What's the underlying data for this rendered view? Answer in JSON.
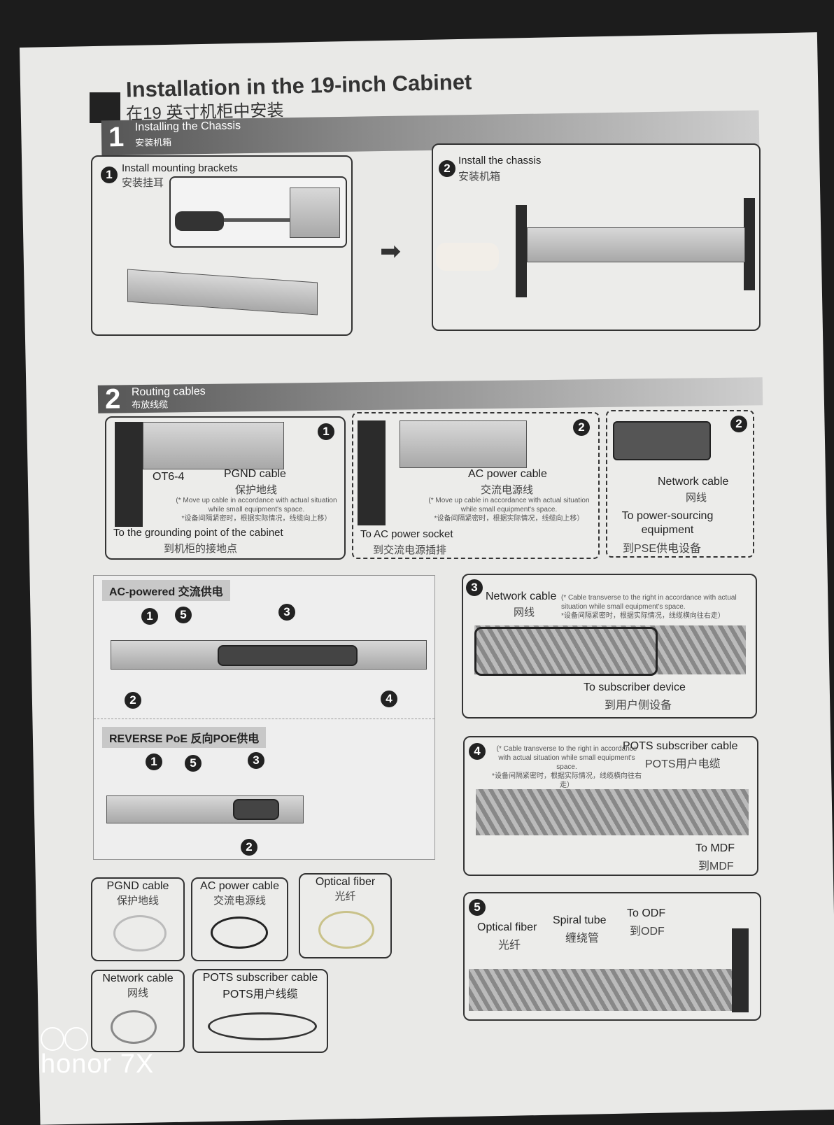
{
  "title": "Installation in the 19-inch Cabinet",
  "title_cn": "在19 英寸机柜中安装",
  "section1": {
    "number": "1",
    "title": "Installing the Chassis",
    "title_cn": "安装机箱",
    "step1": {
      "number": "1",
      "label": "Install mounting brackets",
      "label_cn": "安装挂耳"
    },
    "step2": {
      "number": "2",
      "label": "Install the chassis",
      "label_cn": "安装机箱"
    }
  },
  "section2": {
    "number": "2",
    "title": "Routing cables",
    "title_cn": "布放线缆",
    "r1": {
      "number": "1",
      "ot": "OT6-4",
      "cable": "PGND cable",
      "cable_cn": "保护地线",
      "note": "(* Move up cable in accordance with actual situation while small equipment's space.",
      "note_cn": "*设备间隔紧密时，根据实际情况，线缆向上移）",
      "dest": "To the grounding point of the cabinet",
      "dest_cn": "到机柜的接地点"
    },
    "r2": {
      "number": "2",
      "cable": "AC power cable",
      "cable_cn": "交流电源线",
      "note": "(* Move up cable in accordance with actual situation while small equipment's space.",
      "note_cn": "*设备间隔紧密时，根据实际情况，线缆向上移）",
      "dest": "To AC power socket",
      "dest_cn": "到交流电源插排"
    },
    "r3": {
      "number": "2",
      "cable": "Network cable",
      "cable_cn": "网线",
      "dest": "To power-sourcing equipment",
      "dest_cn": "到PSE供电设备"
    },
    "ac_panel": {
      "title": "AC-powered 交流供电",
      "markers": [
        "1",
        "5",
        "3",
        "2",
        "4"
      ]
    },
    "poe_panel": {
      "title": "REVERSE PoE 反向POE供电",
      "markers": [
        "1",
        "5",
        "3",
        "2"
      ]
    },
    "s3": {
      "number": "3",
      "cable": "Network cable",
      "cable_cn": "网线",
      "note": "(* Cable transverse to the right in accordance with actual situation while small equipment's space.",
      "note_cn": "*设备间隔紧密时，根据实际情况，线缆横向往右走）",
      "dest": "To subscriber device",
      "dest_cn": "到用户侧设备"
    },
    "s4": {
      "number": "4",
      "cable": "POTS subscriber cable",
      "cable_cn": "POTS用户电缆",
      "note": "(* Cable transverse to the right in accordance with actual situation while small equipment's space.",
      "note_cn": "*设备间隔紧密时，根据实际情况，线缆横向往右走）",
      "dest": "To MDF",
      "dest_cn": "到MDF"
    },
    "s5": {
      "number": "5",
      "fiber": "Optical fiber",
      "fiber_cn": "光纤",
      "tube": "Spiral tube",
      "tube_cn": "缠绕管",
      "dest": "To ODF",
      "dest_cn": "到ODF"
    }
  },
  "legend": [
    {
      "label": "PGND cable",
      "label_cn": "保护地线"
    },
    {
      "label": "AC power cable",
      "label_cn": "交流电源线"
    },
    {
      "label": "Optical fiber",
      "label_cn": "光纤"
    },
    {
      "label": "Network  cable",
      "label_cn": "网线"
    },
    {
      "label": "POTS subscriber cable",
      "label_cn": "POTS用户线缆"
    }
  ],
  "watermark": "honor 7X"
}
